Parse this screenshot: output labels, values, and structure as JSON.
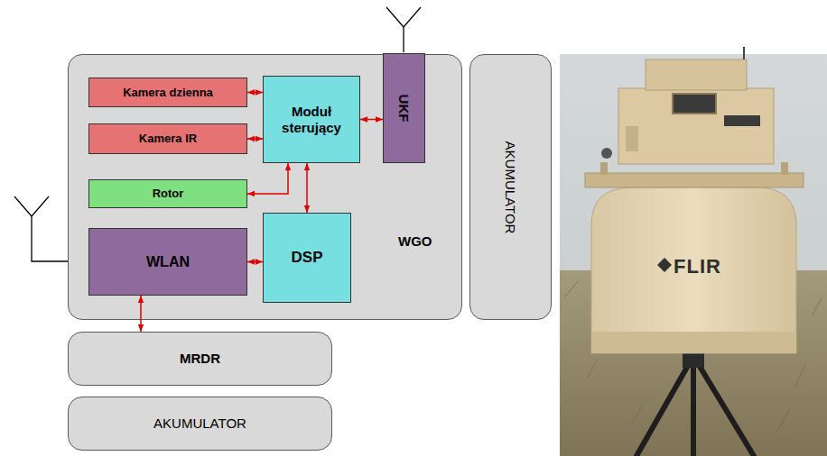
{
  "diagram": {
    "nodes": [
      {
        "text": [
          "WGO"
        ]
      },
      {
        "text": [
          "Kamera dzienna"
        ],
        "in": 0
      },
      {
        "text": [
          "Kamera IR"
        ],
        "in": 0
      },
      {
        "text": [
          "Moduł sterujący"
        ],
        "in": 0
      },
      {
        "text": [
          "UKF"
        ],
        "in": 0
      },
      {
        "text": [
          "Rotor"
        ],
        "in": 0
      },
      {
        "text": [
          "WLAN"
        ],
        "in": 0
      },
      {
        "text": [
          "DSP"
        ],
        "in": 0
      },
      {
        "text": [
          "AKUMULATOR"
        ]
      },
      {
        "text": [
          "MRDR"
        ]
      },
      {
        "text": [
          "AKUMULATOR"
        ]
      }
    ],
    "edges": [
      {
        "from": 1,
        "to": 3,
        "arrow": "both"
      },
      {
        "from": 2,
        "to": 3,
        "arrow": "both"
      },
      {
        "from": 3,
        "to": 4,
        "arrow": "both"
      },
      {
        "from": 5,
        "to": 3,
        "arrow": "both"
      },
      {
        "from": 3,
        "to": 7,
        "arrow": "both"
      },
      {
        "from": 6,
        "to": 7,
        "arrow": "both"
      },
      {
        "from": 6,
        "to": 9,
        "arrow": "both"
      }
    ],
    "labels": [
      "FLIR"
    ]
  }
}
